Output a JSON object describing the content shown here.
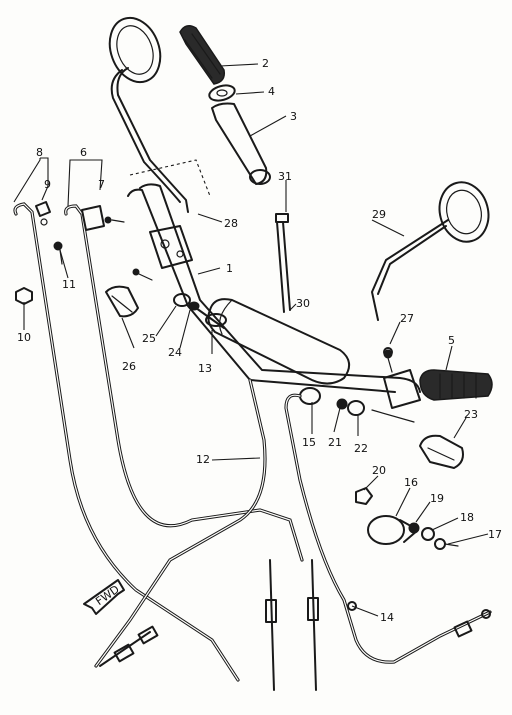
{
  "callouts": [
    {
      "id": "c1",
      "text": "1"
    },
    {
      "id": "c2",
      "text": "2"
    },
    {
      "id": "c3",
      "text": "3"
    },
    {
      "id": "c4",
      "text": "4"
    },
    {
      "id": "c5",
      "text": "5"
    },
    {
      "id": "c6",
      "text": "6"
    },
    {
      "id": "c7",
      "text": "7"
    },
    {
      "id": "c8",
      "text": "8"
    },
    {
      "id": "c9",
      "text": "9"
    },
    {
      "id": "c10",
      "text": "10"
    },
    {
      "id": "c11",
      "text": "11"
    },
    {
      "id": "c12",
      "text": "12"
    },
    {
      "id": "c13",
      "text": "13"
    },
    {
      "id": "c14",
      "text": "14"
    },
    {
      "id": "c15",
      "text": "15"
    },
    {
      "id": "c16",
      "text": "16"
    },
    {
      "id": "c17",
      "text": "17"
    },
    {
      "id": "c18",
      "text": "18"
    },
    {
      "id": "c19",
      "text": "19"
    },
    {
      "id": "c20",
      "text": "20"
    },
    {
      "id": "c21",
      "text": "21"
    },
    {
      "id": "c22",
      "text": "22"
    },
    {
      "id": "c23",
      "text": "23"
    },
    {
      "id": "c24",
      "text": "24"
    },
    {
      "id": "c25",
      "text": "25"
    },
    {
      "id": "c26",
      "text": "26"
    },
    {
      "id": "c27",
      "text": "27"
    },
    {
      "id": "c28",
      "text": "28"
    },
    {
      "id": "c29",
      "text": "29"
    },
    {
      "id": "c30",
      "text": "30"
    },
    {
      "id": "c31",
      "text": "31"
    }
  ],
  "front_arrow_label": "FWD"
}
